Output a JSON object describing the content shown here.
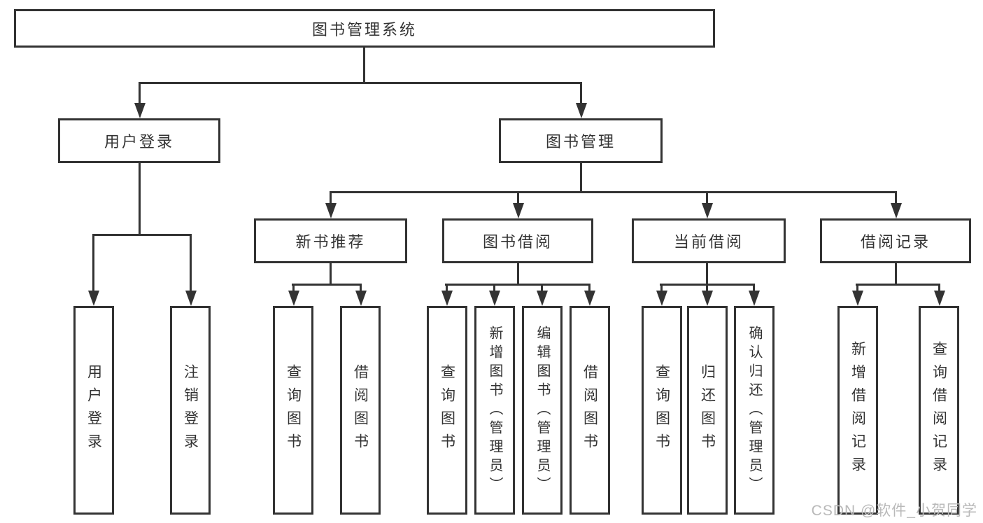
{
  "diagram": {
    "nodes": {
      "root": {
        "label": "图书管理系统"
      },
      "user_login_branch": {
        "label": "用户登录"
      },
      "book_mgmt_branch": {
        "label": "图书管理"
      },
      "new_book_rec": {
        "label": "新书推荐"
      },
      "book_borrow": {
        "label": "图书借阅"
      },
      "current_borrow": {
        "label": "当前借阅"
      },
      "borrow_records": {
        "label": "借阅记录"
      },
      "leaf_user_login": {
        "label": "用户登录"
      },
      "leaf_logout": {
        "label": "注销登录"
      },
      "leaf_query_book_1": {
        "label": "查询图书"
      },
      "leaf_borrow_book_1": {
        "label": "借阅图书"
      },
      "leaf_query_book_2": {
        "label": "查询图书"
      },
      "leaf_add_book_admin": {
        "label": "新增图书（管理员）"
      },
      "leaf_edit_book_admin": {
        "label": "编辑图书（管理员）"
      },
      "leaf_borrow_book_2": {
        "label": "借阅图书"
      },
      "leaf_query_book_3": {
        "label": "查询图书"
      },
      "leaf_return_book": {
        "label": "归还图书"
      },
      "leaf_confirm_return_admin": {
        "label": "确认归还（管理员）"
      },
      "leaf_add_borrow_record": {
        "label": "新增借阅记录"
      },
      "leaf_query_borrow_record": {
        "label": "查询借阅记录"
      }
    }
  },
  "watermark": {
    "text": "CSDN @软件_小贺同学"
  },
  "colors": {
    "line": "#333333",
    "text": "#333333",
    "watermark": "#b9b9b9",
    "background": "#ffffff"
  }
}
